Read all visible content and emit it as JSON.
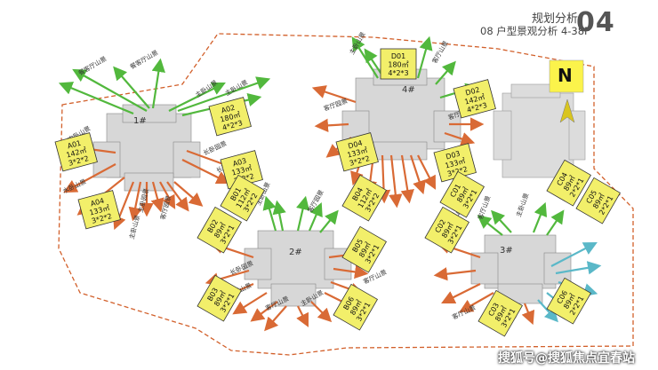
{
  "header": {
    "title": "规划分析",
    "subtitle": "08 户型景观分析 4-38F",
    "section_number": "04"
  },
  "north_label": "N",
  "watermark": "搜狐号@搜狐焦点宜春站",
  "colors": {
    "boundary": "#d2602b",
    "green_arrow": "#52b83d",
    "orange_arrow": "#d96a35",
    "teal_arrow": "#5ab8c8",
    "unit_box_fill": "#f2ef6a",
    "north_fill": "#fbf34b",
    "building_gray": "#d7d7d7"
  },
  "buildings": [
    {
      "id": "b1",
      "label": "1#"
    },
    {
      "id": "b2",
      "label": "2#"
    },
    {
      "id": "b3",
      "label": "3#"
    },
    {
      "id": "b4",
      "label": "4#"
    }
  ],
  "units": [
    {
      "code": "A01",
      "area": "142㎡",
      "layout": "3*2*2"
    },
    {
      "code": "A02",
      "area": "180㎡",
      "layout": "4*2*3"
    },
    {
      "code": "A03",
      "area": "133㎡",
      "layout": "3*2*2"
    },
    {
      "code": "A04",
      "area": "133㎡",
      "layout": "3*2*2"
    },
    {
      "code": "D01",
      "area": "180㎡",
      "layout": "4*2*3"
    },
    {
      "code": "D02",
      "area": "142㎡",
      "layout": "4*2*3"
    },
    {
      "code": "D03",
      "area": "133㎡",
      "layout": "3*2*2"
    },
    {
      "code": "D04",
      "area": "133㎡",
      "layout": "3*2*2"
    },
    {
      "code": "B01",
      "area": "112㎡",
      "layout": "3*2*2"
    },
    {
      "code": "B02",
      "area": "89㎡",
      "layout": "3*2*1"
    },
    {
      "code": "B03",
      "area": "89㎡",
      "layout": "3*2*1"
    },
    {
      "code": "B04",
      "area": "112㎡",
      "layout": "3*2*2"
    },
    {
      "code": "B05",
      "area": "89㎡",
      "layout": "3*2*1"
    },
    {
      "code": "B06",
      "area": "89㎡",
      "layout": "3*2*1"
    },
    {
      "code": "C01",
      "area": "89㎡",
      "layout": "3*2*1"
    },
    {
      "code": "C02",
      "area": "89㎡",
      "layout": "3*2*1"
    },
    {
      "code": "C03",
      "area": "89㎡",
      "layout": "3*2*1"
    },
    {
      "code": "C04",
      "area": "89㎡",
      "layout": "2*2*1"
    },
    {
      "code": "C05",
      "area": "89㎡",
      "layout": "2*2*1"
    },
    {
      "code": "C06",
      "area": "89㎡",
      "layout": "2*2*1"
    }
  ],
  "view_labels": [
    "餐客厅山景",
    "餐客厅山景",
    "主卧山景",
    "主卧山景",
    "次卧山景",
    "长卧园景",
    "长卧园景",
    "水卧山景",
    "主卧山景",
    "客厅园景",
    "客厅山景",
    "客厅山景",
    "主卧山景",
    "客厅园景",
    "长卧园景",
    "客厅山景",
    "客厅山景",
    "主卧山景",
    "客厅山景",
    "主卧园景",
    "客厅园景",
    "主卧山景",
    "客厅山景",
    "主卧山景",
    "主卧山景",
    "客厅山景"
  ]
}
